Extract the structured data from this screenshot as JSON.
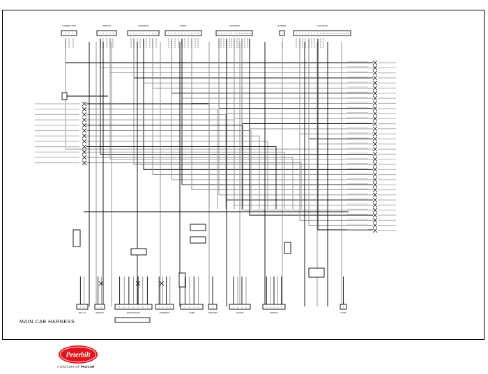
{
  "diagram": {
    "title": "MAIN CAB HARNESS",
    "colors": {
      "wire_black": "#000000",
      "wire_gray": "#8a8a8a",
      "brand_red": "#e3131b"
    },
    "top_connectors": [
      {
        "label": "CONNECTOR",
        "pins": 3
      },
      {
        "label": "SWITCH",
        "pins": 5
      },
      {
        "label": "HARNESS",
        "pins": 9
      },
      {
        "label": "PANEL",
        "pins": 10
      },
      {
        "label": "LIGHTBAR",
        "pins": 13
      },
      {
        "label": "BUZZER",
        "pins": 1
      },
      {
        "label": "LIGHTBAR",
        "pins": 18
      }
    ],
    "bottom_connectors": [
      {
        "label": "RELAY",
        "pins": 2
      },
      {
        "label": "SWITCH",
        "pins": 2
      },
      {
        "label": "DIAGNOSTIC",
        "pins": 7
      },
      {
        "label": "HARNESS",
        "pins": 4
      },
      {
        "label": "LAMP",
        "pins": 4
      },
      {
        "label": "GROUND",
        "pins": 1
      },
      {
        "label": "LIGHTS",
        "pins": 4
      },
      {
        "label": "SWITCH",
        "pins": 5
      },
      {
        "label": "FUSE",
        "pins": 1
      }
    ],
    "left_terminals": 12,
    "right_terminals": 34
  },
  "branding": {
    "logo_text": "Peterbilt",
    "division_prefix": "A DIVISION OF ",
    "division_company": "PACCAR"
  }
}
